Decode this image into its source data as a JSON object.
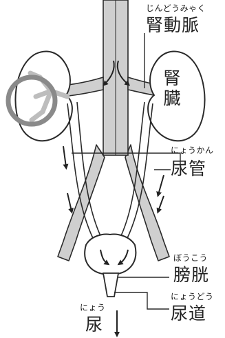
{
  "labels": {
    "renal_artery": {
      "reading": "じんどうみゃく",
      "text": "腎動脈"
    },
    "kidney": {
      "text": "腎臓"
    },
    "ureter": {
      "reading": "にょうかん",
      "text": "尿管"
    },
    "bladder": {
      "reading": "ぼうこう",
      "text": "膀胱"
    },
    "urethra": {
      "reading": "にょうどう",
      "text": "尿道"
    },
    "urine": {
      "reading": "にょう",
      "text": "尿"
    }
  },
  "colors": {
    "organ_fill": "#ffffff",
    "vessel_fill": "#cfcfcf",
    "outline": "#2a2a2a",
    "ring": "#8a8a8a"
  }
}
